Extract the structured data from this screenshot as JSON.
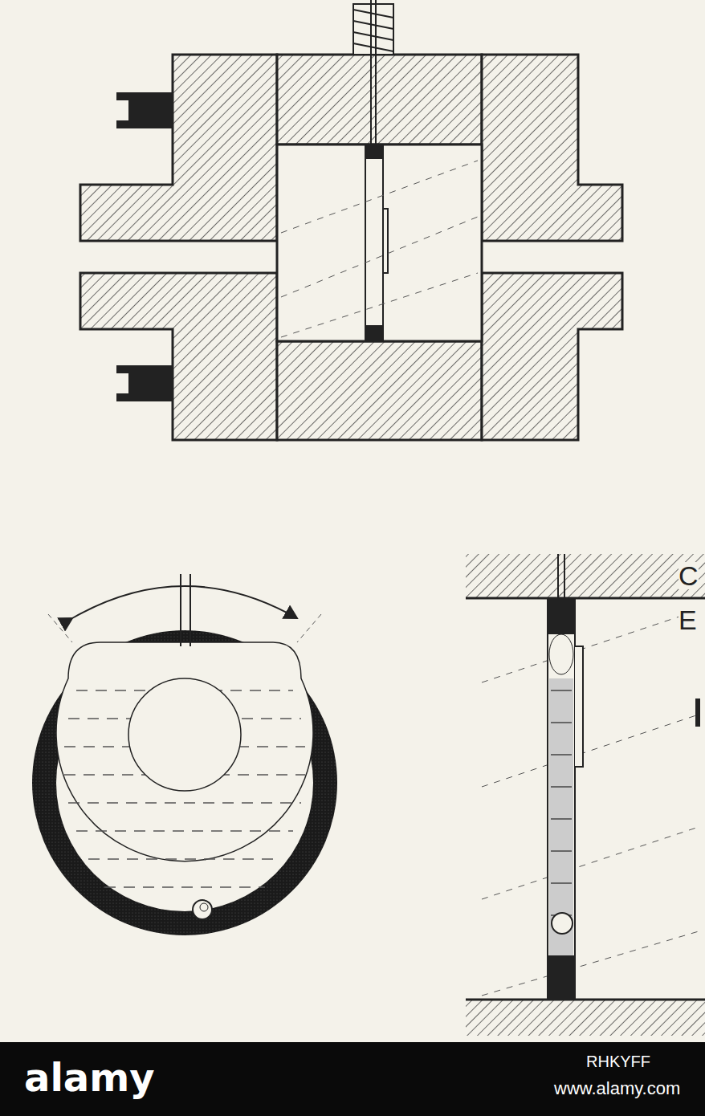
{
  "diagram": {
    "labels": [
      "C",
      "E",
      "alamy",
      "RHKYFF",
      "www.alamy.com"
    ]
  }
}
